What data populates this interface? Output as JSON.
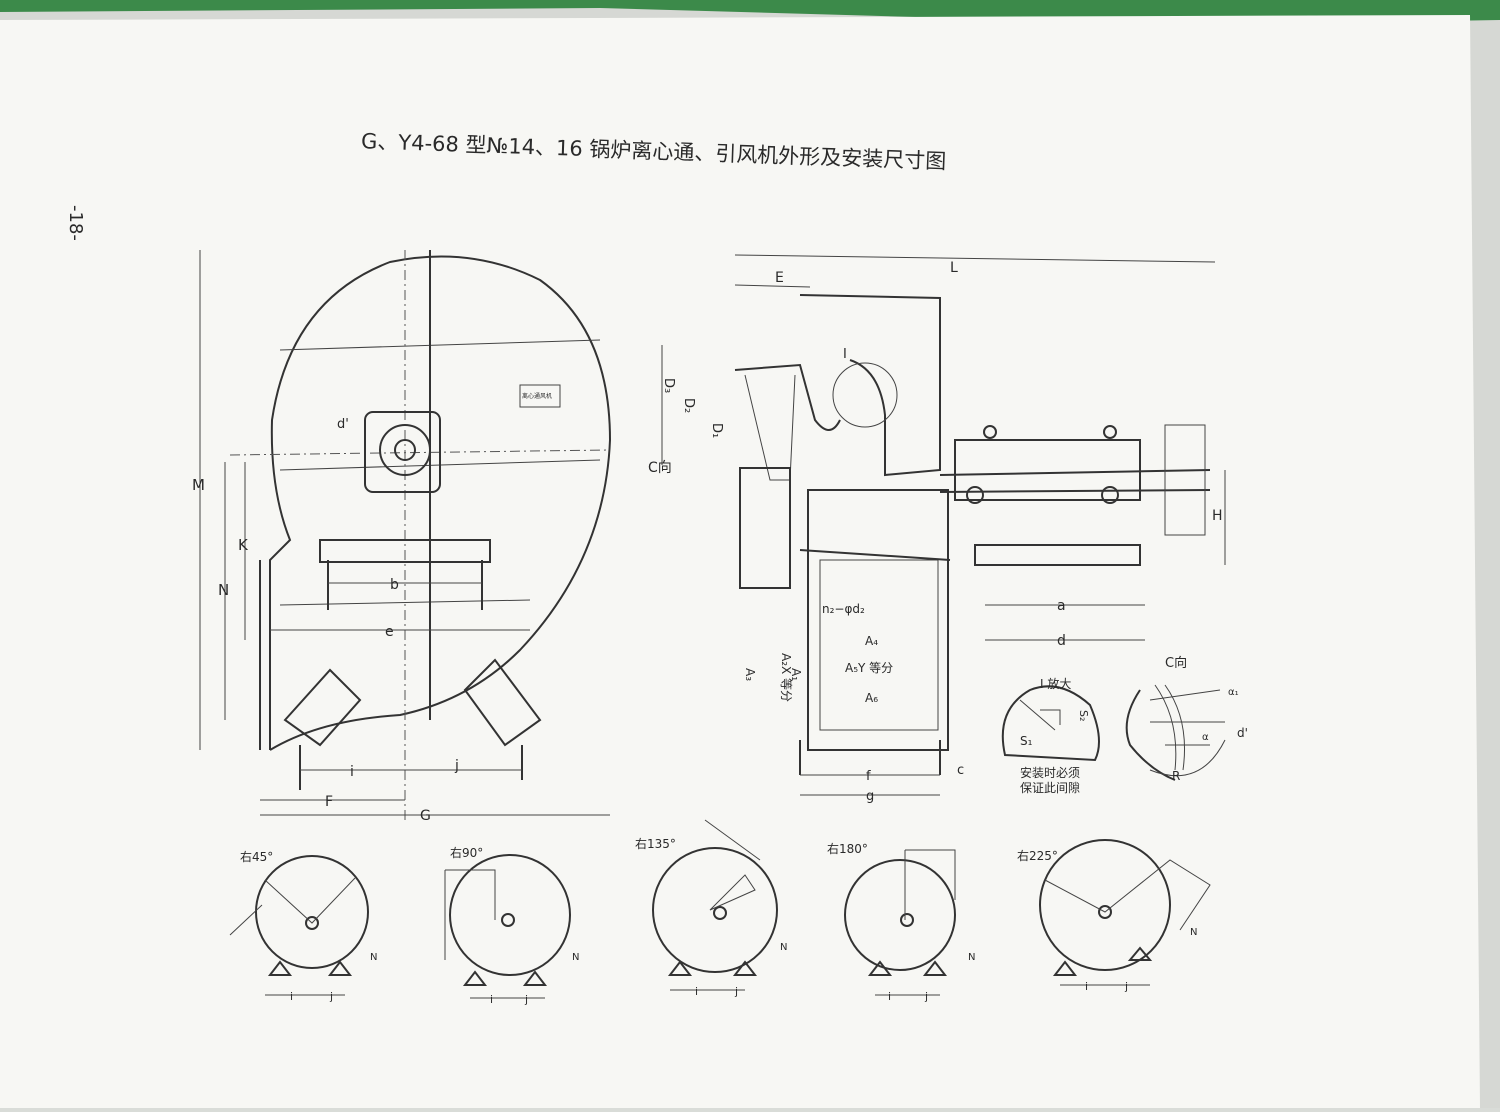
{
  "page_number": "-18-",
  "title": "G、Y4-68 型№14、16 锅炉离心通、引风机外形及安装尺寸图",
  "front_view": {
    "labels": {
      "M": "M",
      "K": "K",
      "N": "N",
      "d": "d'",
      "b": "b",
      "e": "e",
      "i": "i",
      "j": "j",
      "F": "F",
      "G": "G"
    },
    "nameplate": "离心通风机"
  },
  "side_view": {
    "labels": {
      "E": "E",
      "L": "L",
      "D3": "D₃",
      "D2": "D₂",
      "D1": "D₁",
      "C_dir": "C向",
      "I": "I",
      "H": "H",
      "a": "a",
      "d": "d",
      "n2": "n₂−φd₂",
      "A4": "A₄",
      "A5": "A₅Y 等分",
      "A6": "A₆",
      "A1": "A₁",
      "A2": "A₂X 等分",
      "A3": "A₃",
      "f": "f",
      "g": "g",
      "c": "c"
    }
  },
  "detail_I": {
    "title": "I 放大",
    "S1": "S₁",
    "S2": "S₂",
    "note_line1": "安装时必须",
    "note_line2": "保证此间隙"
  },
  "detail_C": {
    "title": "C向",
    "R": "R",
    "d": "d'",
    "a1": "α₁",
    "a2": "α"
  },
  "rotations": [
    {
      "label": "右45°",
      "i": "i",
      "j": "j",
      "N": "N"
    },
    {
      "label": "右90°",
      "i": "i",
      "j": "j",
      "N": "N"
    },
    {
      "label": "右135°",
      "i": "i",
      "j": "j",
      "N": "N"
    },
    {
      "label": "右180°",
      "i": "i",
      "j": "j",
      "N": "N"
    },
    {
      "label": "右225°",
      "i": "i",
      "j": "j",
      "N": "N"
    }
  ],
  "colors": {
    "paper": "#f7f7f4",
    "ink": "#2a2a2a",
    "edge_green": "#3c8a4a"
  }
}
